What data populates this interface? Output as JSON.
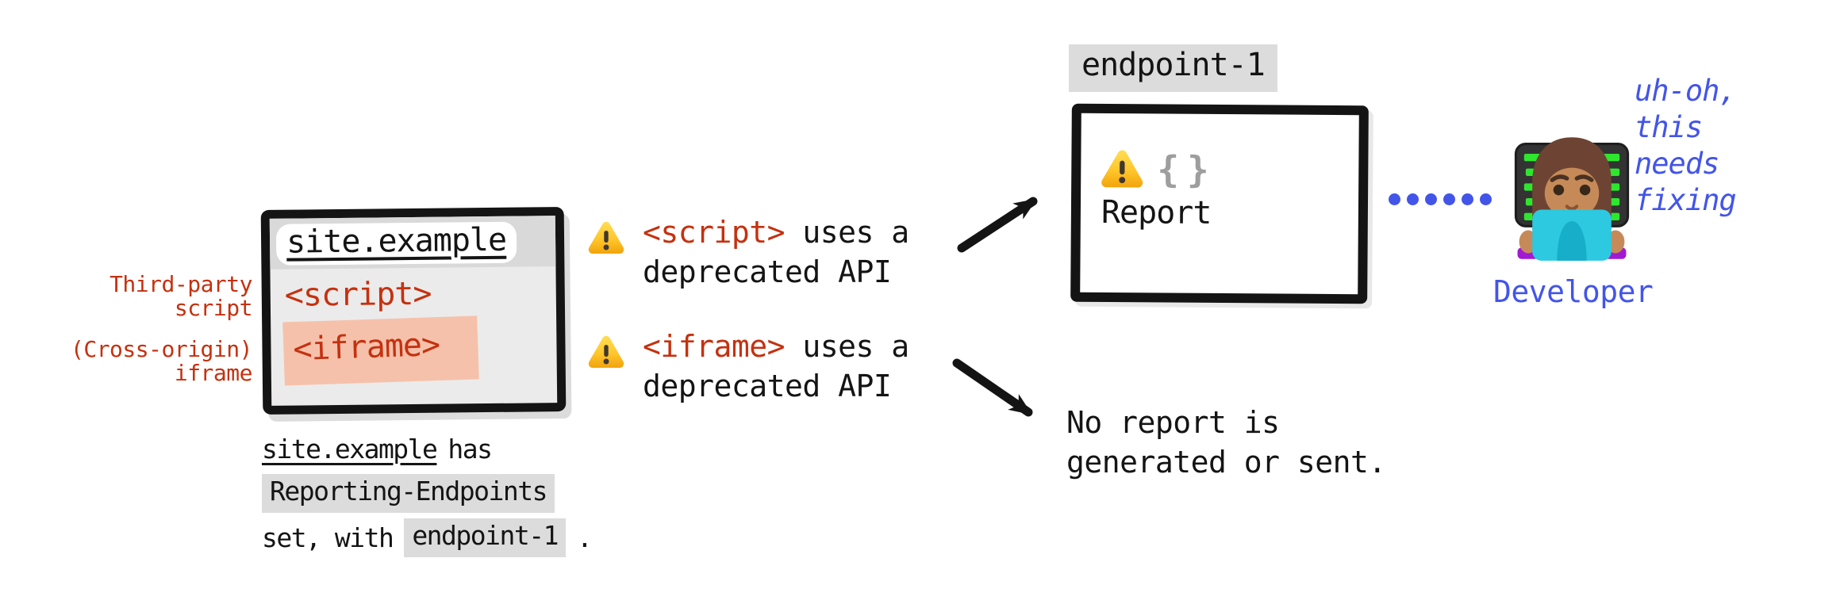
{
  "colors": {
    "ink": "#141414",
    "red": "#c5310f",
    "blue": "#4355e8",
    "chip_gray": "#dcdcdc",
    "iframe_highlight": "#f6c1ab",
    "window_bg": "#ebebeb",
    "window_header": "#d9d9d9",
    "braces_gray": "#9e9e9e",
    "warning_yellow": "#ffcf3d"
  },
  "site_window": {
    "address": "site.example",
    "script_tag": "<script>",
    "iframe_tag": "<iframe>"
  },
  "annotations": {
    "third_party": {
      "line1": "Third-party",
      "line2": "script"
    },
    "cross_origin": {
      "line1": "(Cross-origin)",
      "line2": "iframe"
    }
  },
  "caption": {
    "site": "site.example",
    "after_site": "has",
    "header_name": "Reporting-Endpoints",
    "line3_prefix": "set, with",
    "endpoint_name": "endpoint-1",
    "line3_suffix": "."
  },
  "warnings": [
    {
      "tag": "<script>",
      "tail": " uses a",
      "line2": "deprecated API"
    },
    {
      "tag": "<iframe>",
      "tail": " uses a",
      "line2": "deprecated API"
    }
  ],
  "endpoint_box": {
    "label": "endpoint-1",
    "braces": "{}",
    "text": "Report"
  },
  "no_report": {
    "line1": "No report is",
    "line2": "generated or sent."
  },
  "developer": {
    "thought_line1": "uh-oh,",
    "thought_line2": "this",
    "thought_line3": "needs",
    "thought_line4": "fixing",
    "label": "Developer"
  },
  "icons": {
    "warning": "warning-triangle",
    "developer": "woman-technologist-emoji",
    "report_braces": "json-braces"
  }
}
